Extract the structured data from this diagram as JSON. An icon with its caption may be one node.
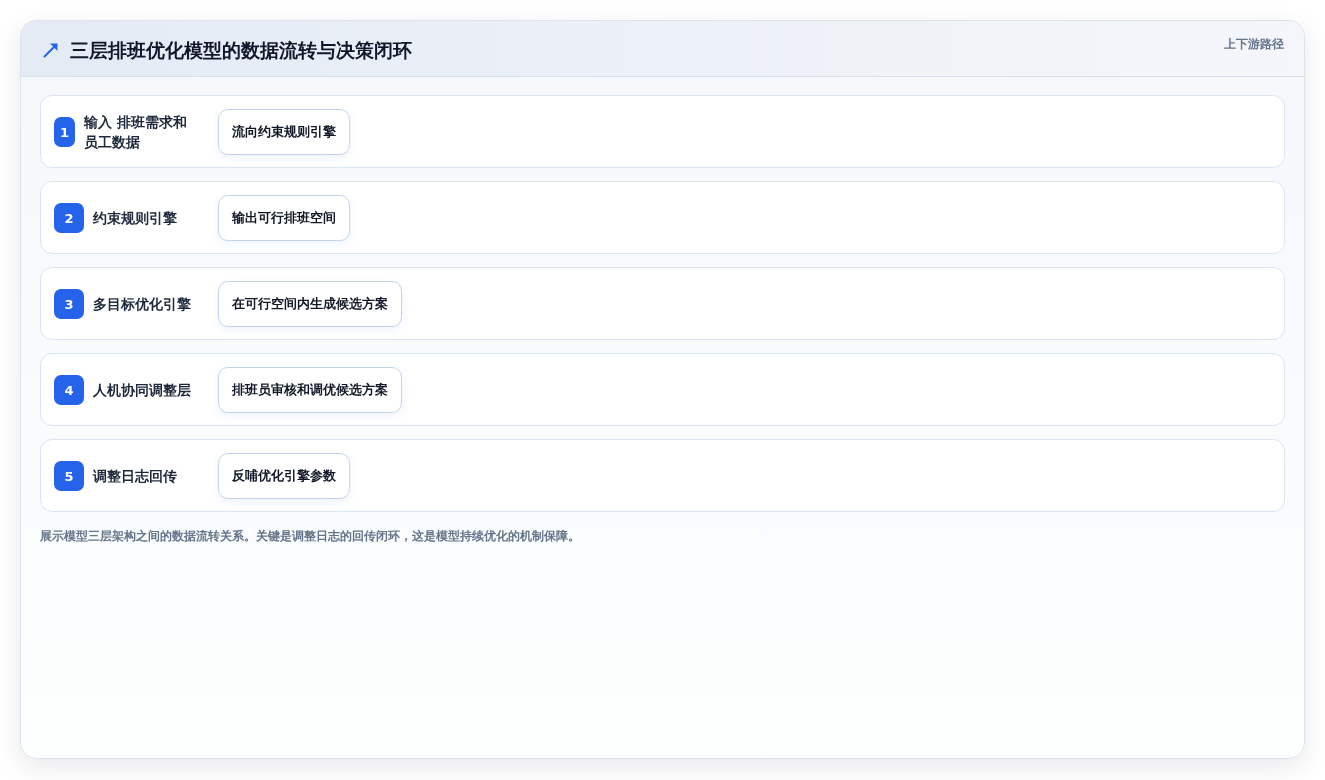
{
  "diagram": {
    "title": "三层排班优化模型的数据流转与决策闭环",
    "caption": "展示模型三层架构之间的数据流转关系。关键是调整日志的回传闭环，这是模型持续优化的机制保障。",
    "nodes": [
      {
        "text": [
          "输入 排班需求和员工数据"
        ]
      },
      {
        "text": [
          "1"
        ],
        "in": 0
      },
      {
        "text": [
          "流向约束规则引擎"
        ],
        "in": 0
      },
      {
        "text": [
          "约束规则引擎"
        ]
      },
      {
        "text": [
          "2"
        ],
        "in": 3
      },
      {
        "text": [
          "输出可行排班空间"
        ],
        "in": 3
      },
      {
        "text": [
          "多目标优化引擎"
        ]
      },
      {
        "text": [
          "3"
        ],
        "in": 6
      },
      {
        "text": [
          "在可行空间内生成候选方案"
        ],
        "in": 6
      },
      {
        "text": [
          "人机协同调整层"
        ]
      },
      {
        "text": [
          "4"
        ],
        "in": 9
      },
      {
        "text": [
          "排班员审核和调优候选方案"
        ],
        "in": 9
      },
      {
        "text": [
          "调整日志回传"
        ]
      },
      {
        "text": [
          "5"
        ],
        "in": 12
      },
      {
        "text": [
          "反哺优化引擎参数"
        ],
        "in": 12
      }
    ],
    "labels": [
      "上下游路径"
    ]
  }
}
